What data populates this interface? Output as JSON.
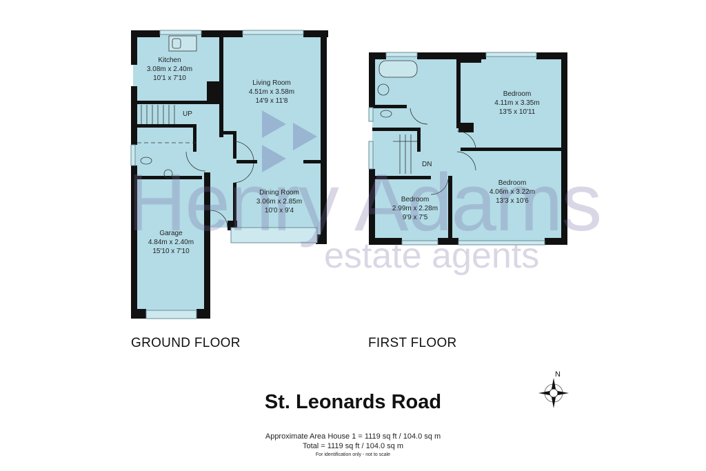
{
  "property": {
    "title": "St. Leonards Road"
  },
  "area": {
    "house_line": "Approximate Area House 1 = 1119 sq ft / 104.0 sq m",
    "total_line": "Total  = 1119 sq ft / 104.0 sq m",
    "disclaimer": "For identification only - not to scale"
  },
  "watermark": {
    "brand": "Henry Adams",
    "tagline": "estate agents"
  },
  "compass": {
    "label": "N"
  },
  "colors": {
    "room_fill": "#b3dce6",
    "wall": "#111111",
    "watermark": "#b4aacb"
  },
  "ground_floor": {
    "label": "GROUND FLOOR",
    "stairs_label": "UP",
    "rooms": [
      {
        "name": "Kitchen",
        "metric": "3.08m x 2.40m",
        "imperial": "10'1 x 7'10"
      },
      {
        "name": "Living Room",
        "metric": "4.51m x 3.58m",
        "imperial": "14'9 x 11'8"
      },
      {
        "name": "Dining Room",
        "metric": "3.06m x 2.85m",
        "imperial": "10'0 x 9'4"
      },
      {
        "name": "Garage",
        "metric": "4.84m x 2.40m",
        "imperial": "15'10 x 7'10"
      }
    ]
  },
  "first_floor": {
    "label": "FIRST FLOOR",
    "stairs_label": "DN",
    "rooms": [
      {
        "name": "Bedroom",
        "metric": "4.11m x 3.35m",
        "imperial": "13'5 x 10'11"
      },
      {
        "name": "Bedroom",
        "metric": "4.06m x 3.22m",
        "imperial": "13'3 x 10'6"
      },
      {
        "name": "Bedroom",
        "metric": "2.99m x 2.28m",
        "imperial": "9'9 x 7'5"
      }
    ]
  }
}
